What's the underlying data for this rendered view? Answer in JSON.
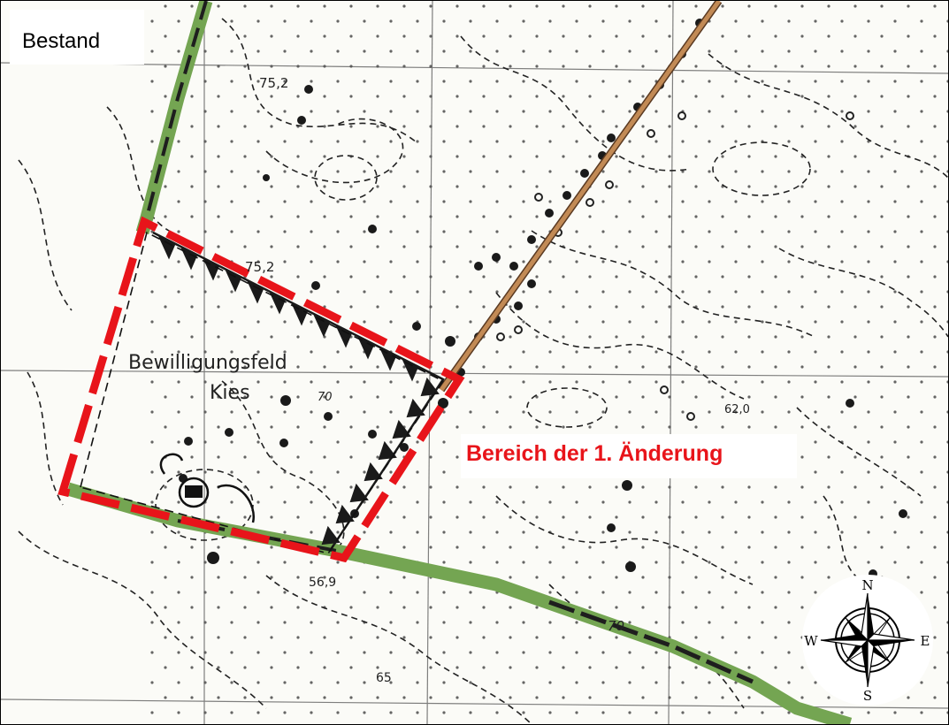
{
  "map": {
    "title": "Bestand",
    "change_label": "Bereich der 1. Änderung",
    "field_label_1": "Bewilligungsfeld",
    "field_label_2": "Kies",
    "spot_heights": [
      "75,2",
      "75,2",
      "70",
      "62,0",
      "56,9",
      "70",
      "65"
    ],
    "colors": {
      "boundary_red": "#e8141a",
      "road_green": "#74a552",
      "rail_brown": "#c28a55",
      "contour": "#222222",
      "background": "#fbfbf7"
    }
  },
  "compass": {
    "n": "N",
    "e": "E",
    "s": "S",
    "w": "W"
  }
}
